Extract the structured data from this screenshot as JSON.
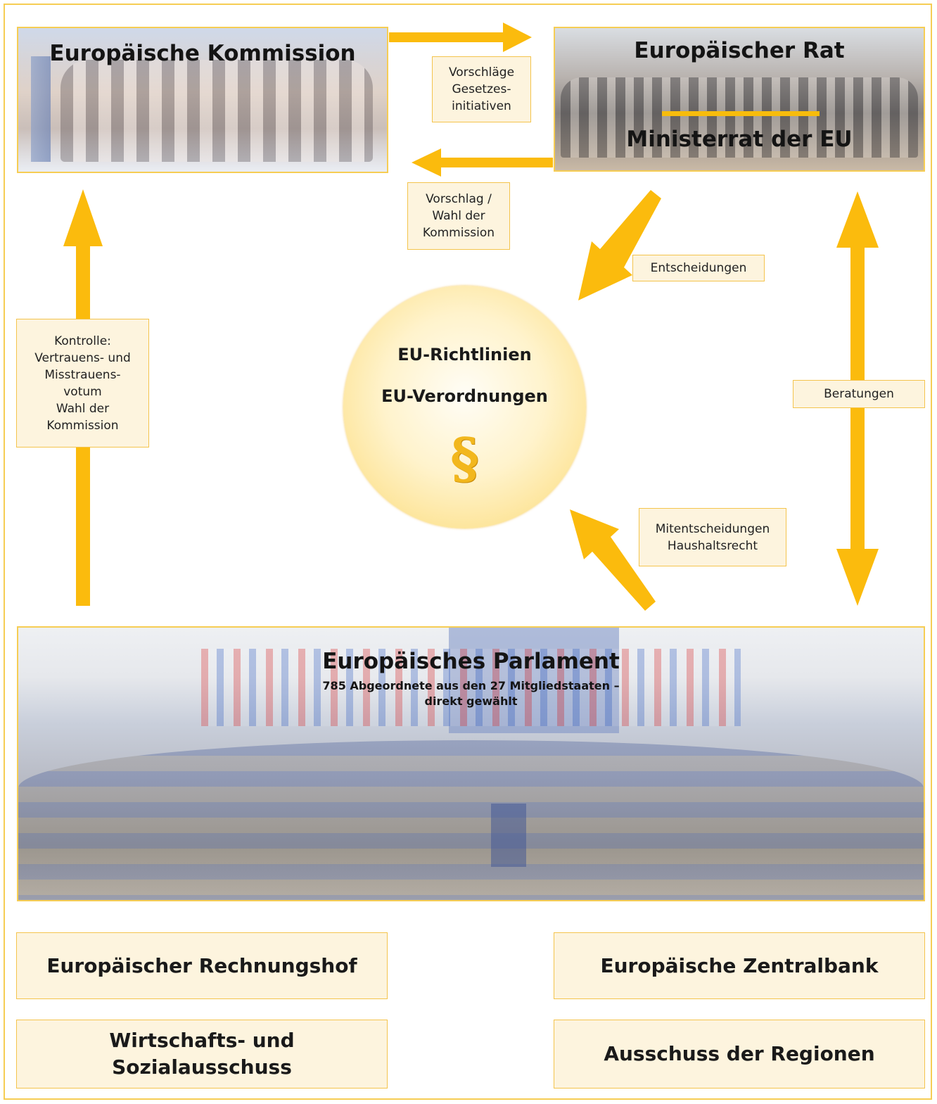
{
  "panels": {
    "kommission": "Europäische Kommission",
    "rat": "Europäischer Rat",
    "ministerrat": "Ministerrat der EU",
    "parlament": "Europäisches Parlament",
    "parlament_sub": "785 Abgeordnete aus den 27 Mitgliedstaaten –\ndirekt gewählt"
  },
  "center": {
    "line1": "EU-Richtlinien",
    "line2": "EU-Verordnungen",
    "symbol": "§"
  },
  "labels": {
    "vorschlaege": "Vorschläge\nGesetzes-\ninitiativen",
    "vorschlag_wahl": "Vorschlag /\nWahl der\nKommission",
    "entscheidungen": "Entscheidungen",
    "kontrolle": "Kontrolle:\nVertrauens- und\nMisstrauens-\nvotum\nWahl der\nKommission",
    "beratungen": "Beratungen",
    "mitentscheidungen": "Mitentscheidungen\nHaushaltsrecht"
  },
  "institutions": {
    "rechnungshof": "Europäischer Rechnungshof",
    "zentralbank": "Europäische Zentralbank",
    "wirtschaft": "Wirtschafts- und\nSozialausschuss",
    "regionen": "Ausschuss der Regionen"
  },
  "colors": {
    "arrow": "#fbbb0d",
    "border": "#f6cd54",
    "label_bg": "#fdf4de"
  }
}
